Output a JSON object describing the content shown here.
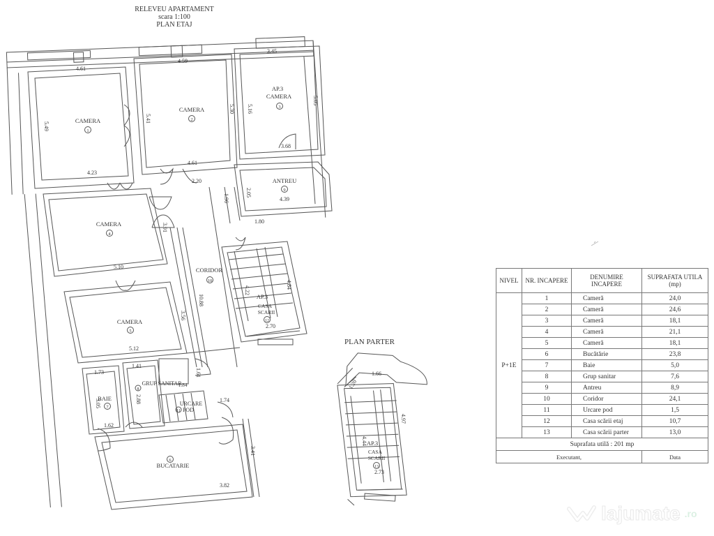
{
  "header": {
    "title": "RELEVEU APARTAMENT",
    "scale": "scara 1:100",
    "plan_label": "PLAN ETAJ"
  },
  "plan_etaj": {
    "rooms": [
      {
        "name": "CAMERA",
        "nr": "1",
        "dims": [
          "4.61",
          "5.49",
          "4.23"
        ]
      },
      {
        "name": "CAMERA",
        "nr": "2",
        "dims": [
          "4.59",
          "5.41",
          "5.30",
          "4.61"
        ]
      },
      {
        "name": "CAMERA",
        "prefix": "AP.3",
        "nr": "3",
        "dims": [
          "3.45",
          "5.16",
          "5.05",
          "3.68"
        ]
      },
      {
        "name": "CAMERA",
        "nr": "4",
        "dims": [
          "5.10",
          "3.91"
        ]
      },
      {
        "name": "CAMERA",
        "nr": "5",
        "dims": [
          "5.12",
          "3.56"
        ]
      },
      {
        "name": "BUCATARIE",
        "nr": "6",
        "dims": [
          "3.82",
          "3.41"
        ]
      },
      {
        "name": "BAIE",
        "nr": "7",
        "dims": [
          "1.73",
          "3.05",
          "1.62"
        ]
      },
      {
        "name": "GRUP SANITAR",
        "nr": "8",
        "dims": [
          "1.41",
          "2.88",
          "1.84"
        ]
      },
      {
        "name": "ANTREU",
        "nr": "9",
        "dims": [
          "2.05",
          "4.39"
        ]
      },
      {
        "name": "CORIDOR",
        "nr": "10",
        "dims": [
          "10.88",
          "2.20",
          "1.96",
          "1.61",
          "1.74"
        ]
      },
      {
        "name": "URCARE POD",
        "nr": "11",
        "dims": []
      },
      {
        "name": "CASA SCARII",
        "prefix": "AP.3",
        "nr": "12",
        "dims": [
          "4.22",
          "4.84",
          "2.70",
          "1.80"
        ]
      }
    ]
  },
  "plan_parter": {
    "title": "PLAN PARTER",
    "room": {
      "name": "CASA SCARII",
      "prefix": "AP.3",
      "nr": "13",
      "dims": [
        "1.66",
        "1.20",
        "4.97",
        "4.44",
        "2.73"
      ]
    }
  },
  "table": {
    "headers": {
      "nivel": "NIVEL",
      "nr": "NR. INCAPERE",
      "denumire": "DENUMIRE INCAPERE",
      "suprafata": "SUPRAFATA UTILA (mp)"
    },
    "nivel_value": "P+1E",
    "rows": [
      {
        "nr": "1",
        "name": "Cameră",
        "area": "24,0"
      },
      {
        "nr": "2",
        "name": "Cameră",
        "area": "24,6"
      },
      {
        "nr": "3",
        "name": "Cameră",
        "area": "18,1"
      },
      {
        "nr": "4",
        "name": "Cameră",
        "area": "21,1"
      },
      {
        "nr": "5",
        "name": "Cameră",
        "area": "18,1"
      },
      {
        "nr": "6",
        "name": "Bucătărie",
        "area": "23,8"
      },
      {
        "nr": "7",
        "name": "Baie",
        "area": "5,0"
      },
      {
        "nr": "8",
        "name": "Grup sanitar",
        "area": "7,6"
      },
      {
        "nr": "9",
        "name": "Antreu",
        "area": "8,9"
      },
      {
        "nr": "10",
        "name": "Coridor",
        "area": "24,1"
      },
      {
        "nr": "11",
        "name": "Urcare pod",
        "area": "1,5"
      },
      {
        "nr": "12",
        "name": "Casa scării etaj",
        "area": "10,7"
      },
      {
        "nr": "13",
        "name": "Casa scării parter",
        "area": "13,0"
      }
    ],
    "total": "Suprafata utilă  : 201 mp",
    "executant": "Executant,",
    "data": "Data"
  },
  "watermark": {
    "brand": "lajumate",
    "tld": ".ro"
  }
}
